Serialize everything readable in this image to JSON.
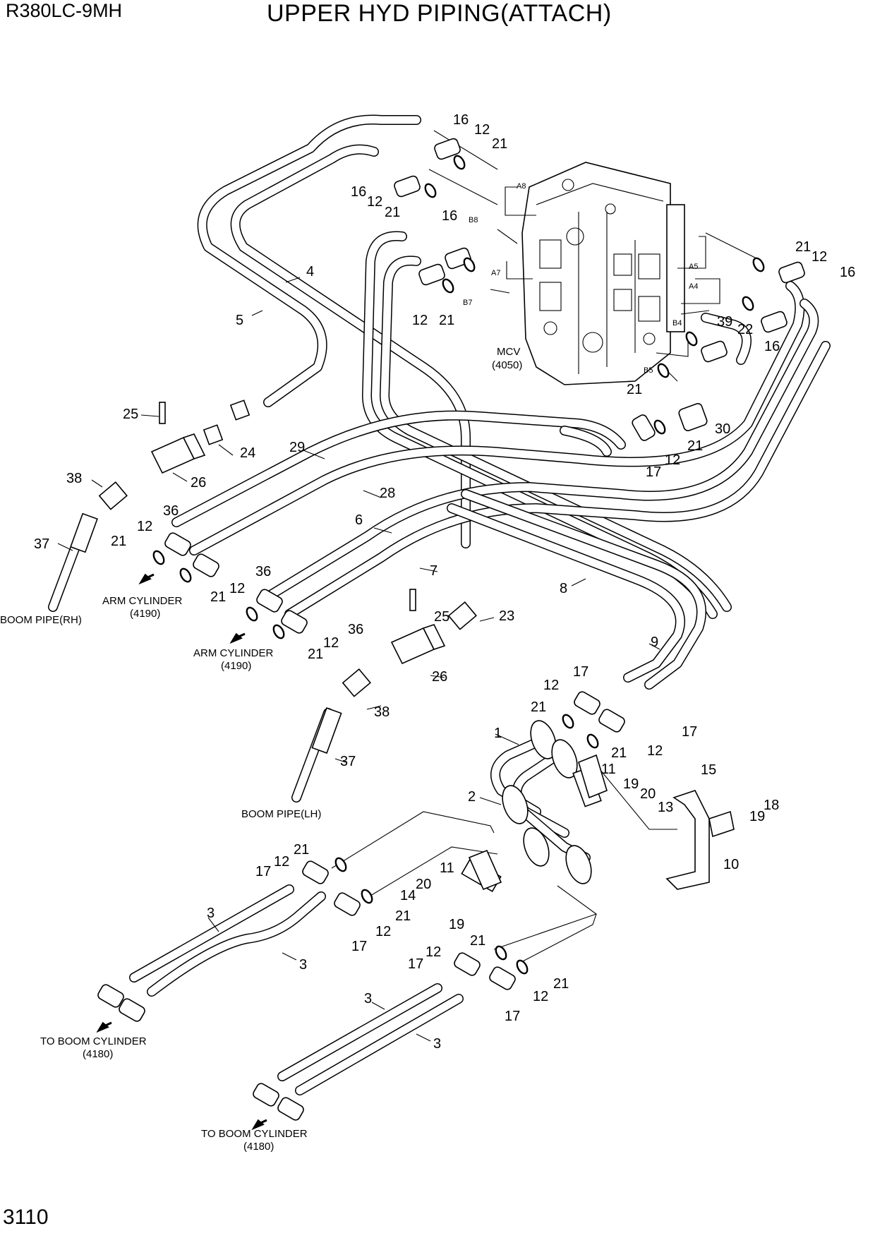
{
  "header": {
    "model": "R380LC-9MH",
    "title": "UPPER HYD PIPING(ATTACH)"
  },
  "page_number": "3110",
  "mcv": {
    "name": "MCV",
    "ref": "(4050)"
  },
  "ports": [
    "A8",
    "B8",
    "A7",
    "B7",
    "A5",
    "A4",
    "B4",
    "B5"
  ],
  "destinations": [
    {
      "name": "ARM CYLINDER",
      "ref": "(4190)"
    },
    {
      "name": "ARM CYLINDER",
      "ref": "(4190)"
    },
    {
      "name": "TO BOOM CYLINDER",
      "ref": "(4180)"
    },
    {
      "name": "TO BOOM CYLINDER",
      "ref": "(4180)"
    }
  ],
  "boom_pipes": [
    "BOOM PIPE(RH)",
    "BOOM PIPE(LH)"
  ],
  "callouts": [
    "16",
    "12",
    "21",
    "16",
    "12",
    "21",
    "16",
    "12",
    "21",
    "4",
    "5",
    "21",
    "12",
    "16",
    "39",
    "22",
    "16",
    "21",
    "30",
    "21",
    "12",
    "17",
    "25",
    "24",
    "26",
    "38",
    "37",
    "29",
    "28",
    "36",
    "12",
    "21",
    "6",
    "36",
    "12",
    "21",
    "7",
    "21",
    "12",
    "36",
    "25",
    "23",
    "26",
    "38",
    "37",
    "8",
    "9",
    "17",
    "12",
    "21",
    "17",
    "21",
    "12",
    "1",
    "11",
    "15",
    "2",
    "19",
    "20",
    "13",
    "18",
    "19",
    "10",
    "21",
    "12",
    "17",
    "11",
    "20",
    "14",
    "21",
    "12",
    "19",
    "17",
    "3",
    "3",
    "21",
    "12",
    "17",
    "21",
    "12",
    "17",
    "3",
    "3"
  ]
}
